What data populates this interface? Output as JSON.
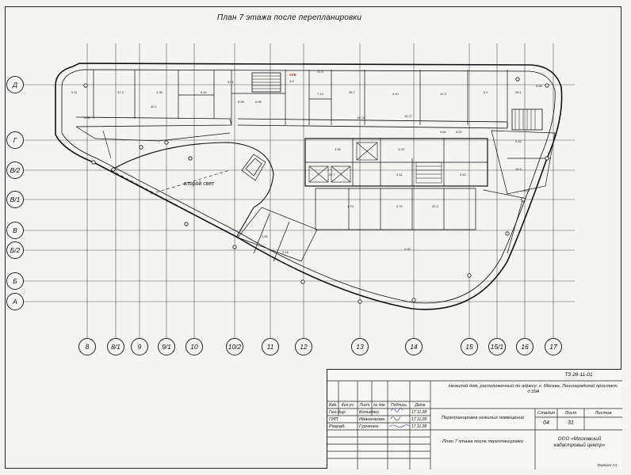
{
  "plan_title": "План 7 этажа после перепланировки",
  "second_light_label": "второй свет",
  "stair_label": "ХУЕ",
  "axes_rows": [
    "Д",
    "Г",
    "В/2",
    "В/1",
    "В",
    "Б/2",
    "Б",
    "А"
  ],
  "axes_columns": [
    "8",
    "8/1",
    "9",
    "9/1",
    "10",
    "10/2",
    "11",
    "12",
    "13",
    "14",
    "15",
    "15/1",
    "16",
    "17"
  ],
  "room_areas": [
    "9.41",
    "37.3",
    "4.35",
    "5.62",
    "37.1",
    "5.05",
    "0.96",
    "3.5",
    "21.9",
    "7.14",
    "38.7",
    "3.40",
    "10.3",
    "5.1",
    "38.1",
    "5.88",
    "4.38",
    "40.1",
    "16.74",
    "16.27",
    "3.84",
    "4.02",
    "3.96",
    "4.93",
    "37.7",
    "4.11",
    "3.42",
    "5.62",
    "16.9",
    "4.28",
    "1.73",
    "9.70",
    "40.3",
    "0.30",
    "2.82",
    "3.18"
  ],
  "stamp": {
    "doc_code": "ТЗ 28-11-01",
    "object_desc": "Нежилой дом, расположенный по адресу: г. Москва, Ленинградский проспект, д.39А",
    "header_cells": [
      "Изм.",
      "Кол.уч.",
      "Лист",
      "№ док.",
      "Подпись",
      "Дата"
    ],
    "people": [
      {
        "role": "Ген.дир.",
        "name": "Копытко",
        "date": "17.11.28"
      },
      {
        "role": "ГИП",
        "name": "Иваненкова",
        "date": "17.11.28"
      },
      {
        "role": "Разраб.",
        "name": "Гурченко",
        "date": "17.11.28"
      }
    ],
    "work_title": "Перепланировка нежилых помещений",
    "stage_label": "Стадия",
    "sheet_label": "Лист",
    "sheets_label": "Листов",
    "stage_value": "04",
    "sheet_value": "31",
    "sheets_value": "",
    "drawing_title": "План 7 этажа после перепланировки",
    "company": "ООО «Московский кадастровый центр»"
  },
  "format_note": "Формат А3"
}
